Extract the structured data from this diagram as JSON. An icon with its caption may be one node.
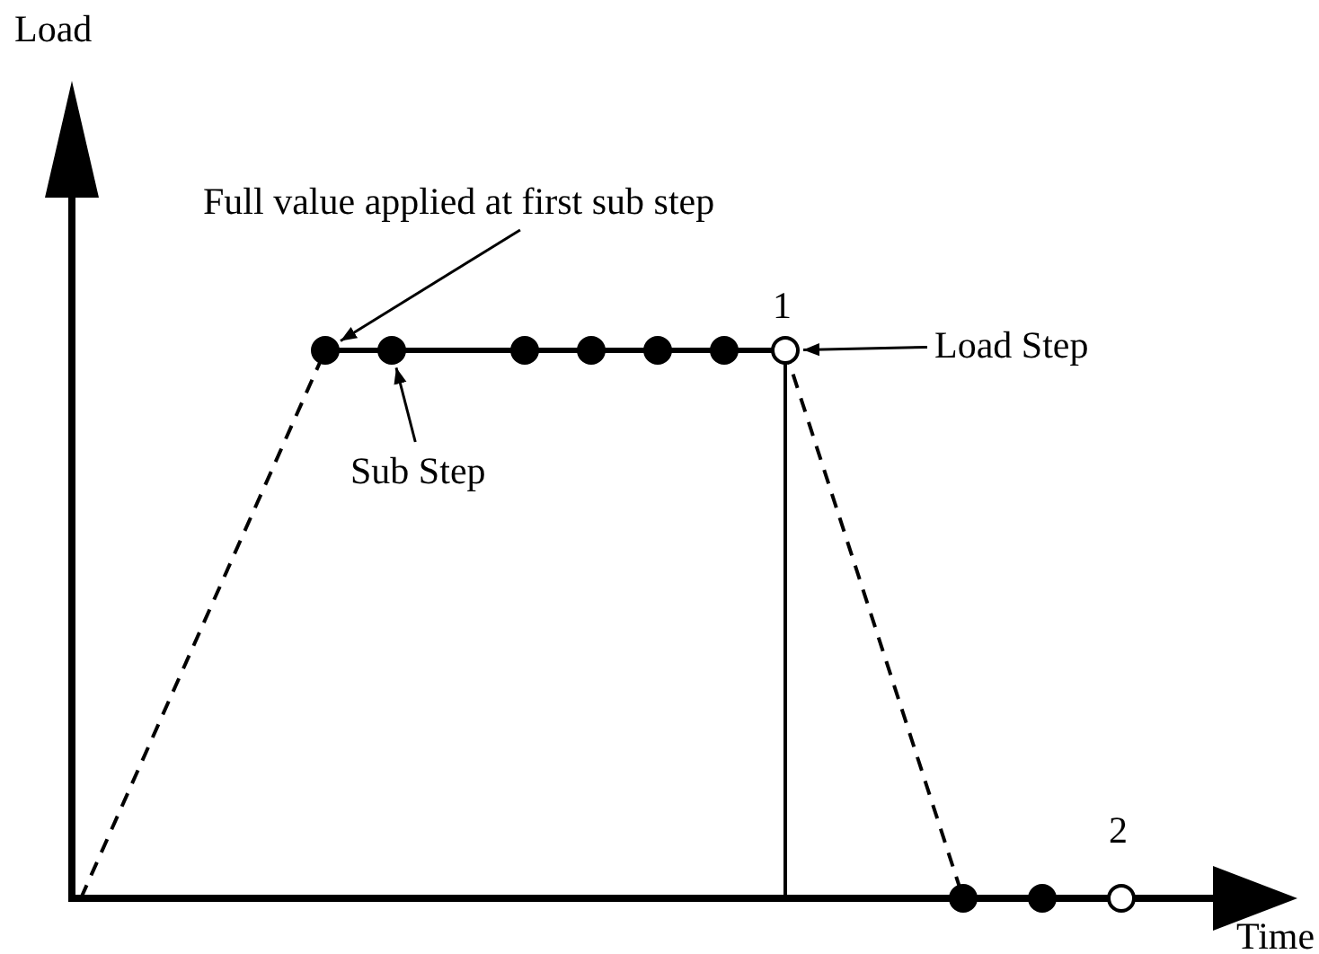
{
  "diagram": {
    "nodes": [
      {
        "text": [
          "Full value applied at first sub step"
        ]
      },
      {
        "text": [
          "Sub Step"
        ]
      },
      {
        "text": [
          "Load Step"
        ]
      },
      {
        "text": [],
        "shape": "circle"
      },
      {
        "text": [],
        "shape": "circle"
      },
      {
        "text": [],
        "shape": "circle",
        "beside": [
          "1"
        ]
      },
      {
        "text": [],
        "shape": "circle"
      },
      {
        "text": [],
        "shape": "circle"
      },
      {
        "text": [],
        "shape": "circle"
      },
      {
        "text": [],
        "shape": "circle"
      },
      {
        "text": [],
        "shape": "circle"
      },
      {
        "text": [],
        "shape": "circle"
      },
      {
        "text": [],
        "shape": "circle",
        "beside": [
          "2"
        ]
      }
    ],
    "edges": [
      {
        "from": 0,
        "to": 3,
        "arrow": "to"
      },
      {
        "from": 1,
        "to": 4,
        "arrow": "to"
      },
      {
        "from": 2,
        "to": 5,
        "arrow": "to"
      }
    ],
    "labels": [
      "Load",
      "Time"
    ]
  }
}
